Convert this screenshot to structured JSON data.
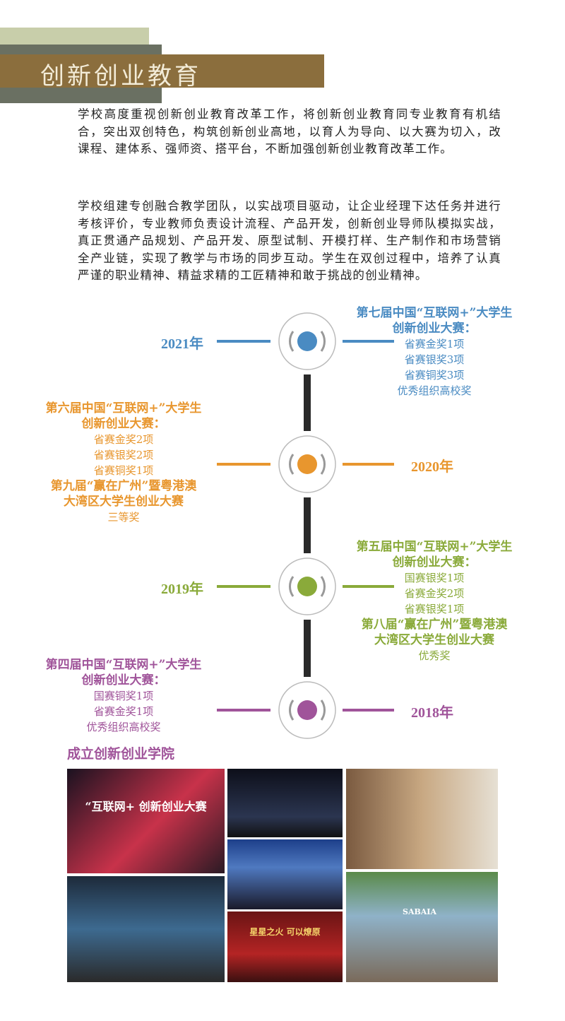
{
  "header": {
    "title": "创新创业教育"
  },
  "paragraphs": [
    "学校高度重视创新创业教育改革工作，将创新创业教育同专业教育有机结合，突出双创特色，构筑创新创业高地，以育人为导向、以大赛为切入，改课程、建体系、强师资、搭平台，不断加强创新创业教育改革工作。",
    "学校组建专创融合教学团队，以实战项目驱动，让企业经理下达任务并进行考核评价，专业教师负责设计流程、产品开发，创新创业导师队模拟实战，真正贯通产品规划、产品开发、原型试制、开模打样、生产制作和市场营销全产业链，实现了教学与市场的同步互动。学生在双创过程中，培养了认真严谨的职业精神、精益求精的工匠精神和敢于挑战的创业精神。"
  ],
  "timeline": [
    {
      "year": "2021年",
      "color": "#4a8bc2",
      "lines": [
        {
          "t": "第七届中国“互联网+”大学生",
          "b": true
        },
        {
          "t": "创新创业大赛：",
          "b": true
        },
        {
          "t": "省赛金奖1项"
        },
        {
          "t": "省赛银奖3项"
        },
        {
          "t": "省赛铜奖3项"
        },
        {
          "t": "优秀组织高校奖"
        }
      ]
    },
    {
      "year": "2020年",
      "color": "#e8962e",
      "lines": [
        {
          "t": "第六届中国“互联网+”大学生",
          "b": true
        },
        {
          "t": "创新创业大赛：",
          "b": true
        },
        {
          "t": "省赛金奖2项"
        },
        {
          "t": "省赛银奖2项"
        },
        {
          "t": "省赛铜奖1项"
        },
        {
          "t": "第九届“赢在广州”暨粤港澳",
          "b": true
        },
        {
          "t": "大湾区大学生创业大赛",
          "b": true
        },
        {
          "t": "三等奖"
        }
      ]
    },
    {
      "year": "2019年",
      "color": "#8aaa3a",
      "lines": [
        {
          "t": "第五届中国“互联网+”大学生",
          "b": true
        },
        {
          "t": "创新创业大赛：",
          "b": true
        },
        {
          "t": "国赛银奖1项"
        },
        {
          "t": "省赛金奖2项"
        },
        {
          "t": "省赛银奖1项"
        },
        {
          "t": "第八届“赢在广州”暨粤港澳",
          "b": true
        },
        {
          "t": "大湾区大学生创业大赛",
          "b": true
        },
        {
          "t": "优秀奖"
        }
      ]
    },
    {
      "year": "2018年",
      "color": "#a0549a",
      "lines": [
        {
          "t": "第四届中国“互联网+”大学生",
          "b": true
        },
        {
          "t": "创新创业大赛：",
          "b": true
        },
        {
          "t": "国赛铜奖1项"
        },
        {
          "t": "省赛金奖1项"
        },
        {
          "t": "优秀组织高校奖"
        }
      ]
    }
  ],
  "gallery": {
    "title": "成立创新创业学院",
    "captions": [
      "“互联网+ 创新创业大赛",
      "星星之火 可以燎原",
      "SABAIA"
    ]
  }
}
